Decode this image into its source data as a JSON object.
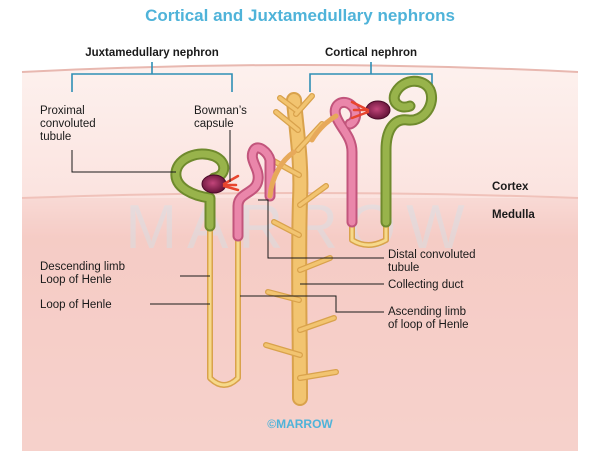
{
  "title": "Cortical and Juxtamedullary nephrons",
  "groups": {
    "juxtamedullary": "Juxtamedullary nephron",
    "cortical": "Cortical nephron"
  },
  "labels": {
    "proximal": [
      "Proximal",
      "convoluted",
      "tubule"
    ],
    "bowman": [
      "Bowman’s",
      "capsule"
    ],
    "cortex": "Cortex",
    "medulla": "Medulla",
    "descending": [
      "Descending limb",
      "Loop of Henle"
    ],
    "loop": "Loop of Henle",
    "distal": [
      "Distal convoluted",
      "tubule"
    ],
    "collecting": "Collecting duct",
    "ascending": [
      "Ascending limb",
      "of loop of Henle"
    ]
  },
  "watermark": "MARROW",
  "footer": "©MARROW",
  "colors": {
    "title": "#4fb3d9",
    "cortex_bg": "#fbe6e2",
    "medulla_bg": "#f6cfc8",
    "bracket": "#2f8fb5",
    "proximal_tubule": "#8fa845",
    "distal_tubule": "#e47aa0",
    "loop_limb": "#f0c76a",
    "collecting_duct": "#f2c470",
    "glomerulus": "#8a1a4a",
    "arteriole": "#e8452e"
  }
}
